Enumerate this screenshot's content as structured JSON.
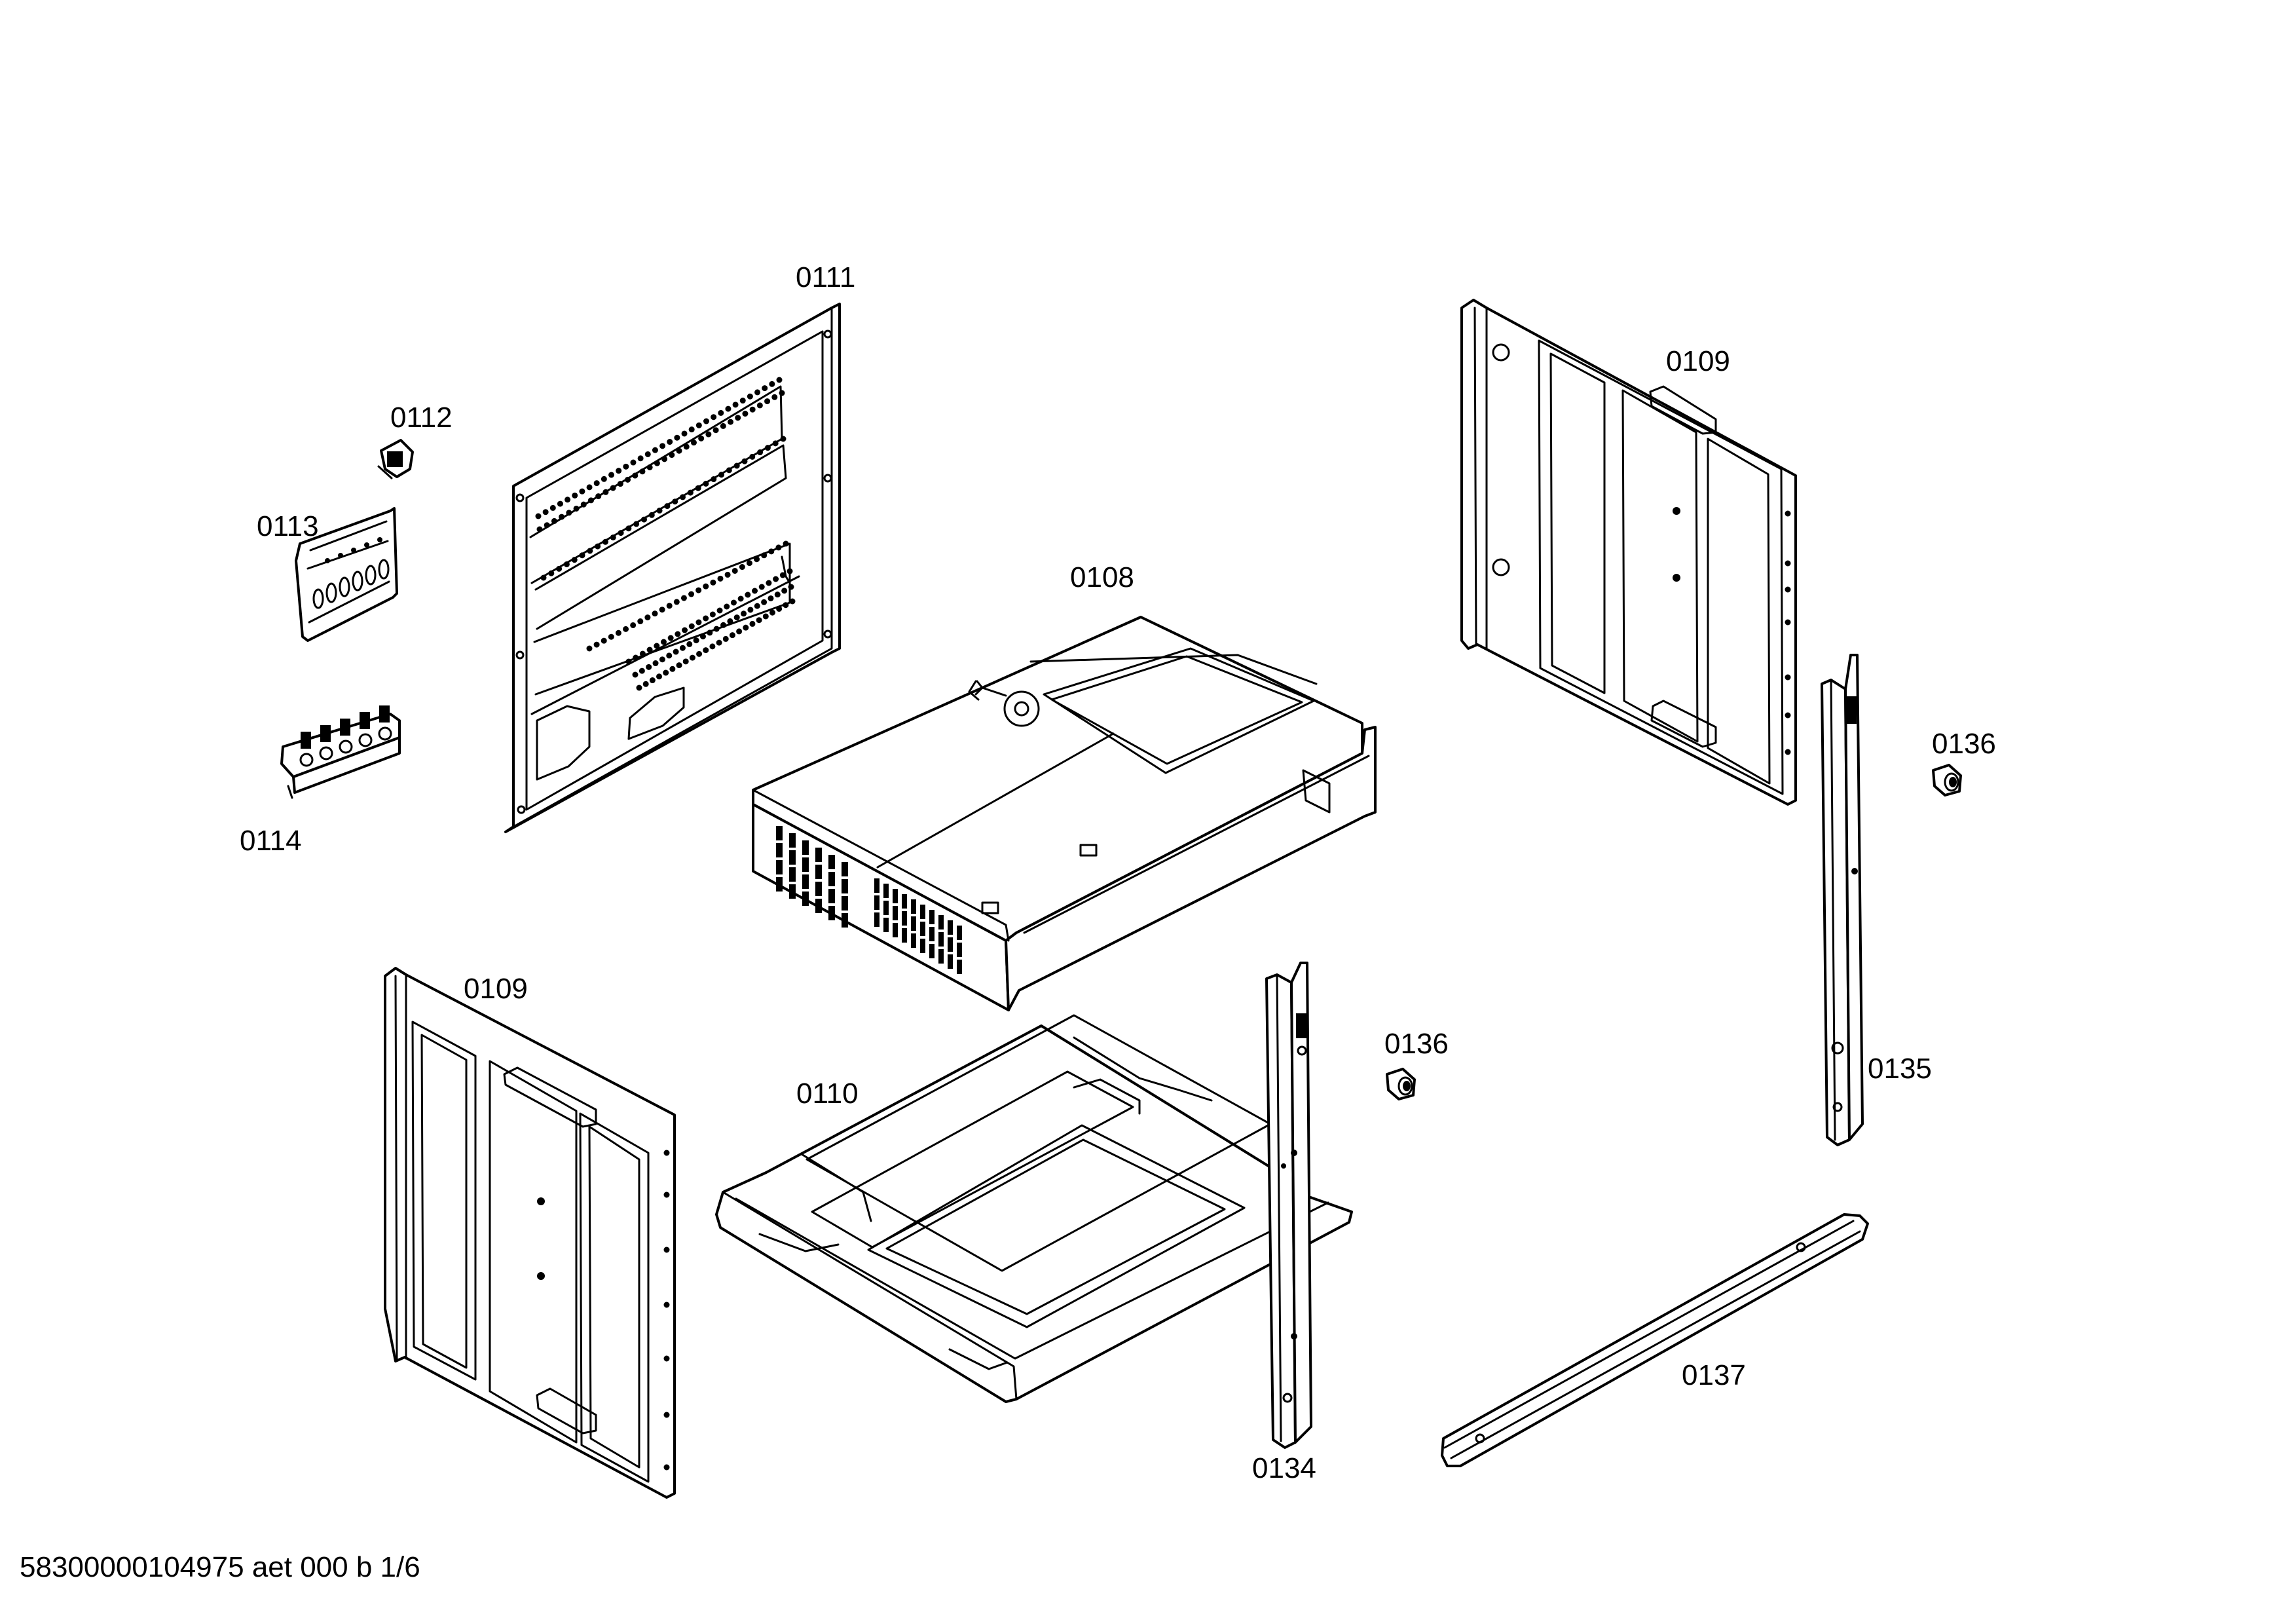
{
  "labels": {
    "p0111": "0111",
    "p0112": "0112",
    "p0113": "0113",
    "p0114": "0114",
    "p0108": "0108",
    "p0109_top": "0109",
    "p0109_bottom": "0109",
    "p0110": "0110",
    "p0134": "0134",
    "p0135": "0135",
    "p0136_top": "0136",
    "p0136_mid": "0136",
    "p0137": "0137"
  },
  "footer": "58300000104975 aet 000 b 1/6"
}
